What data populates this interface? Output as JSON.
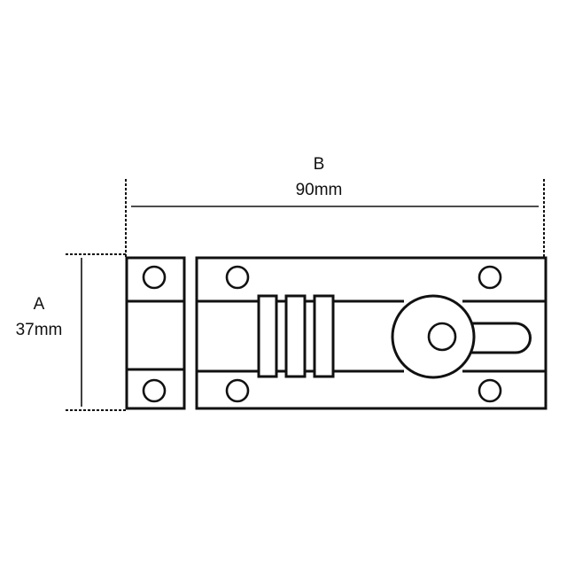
{
  "diagram": {
    "subject": "door bolt with keeper plate",
    "stroke_color": "#111111",
    "background_color": "#ffffff",
    "dimensions": {
      "width": {
        "letter": "B",
        "value": "90mm"
      },
      "height": {
        "letter": "A",
        "value": "37mm"
      }
    },
    "parts": {
      "keeper_plate": {
        "screw_holes": 2
      },
      "bolt_plate": {
        "screw_holes": 4
      },
      "bolt_collars": 3,
      "knob": "round knob with handle slot"
    }
  }
}
